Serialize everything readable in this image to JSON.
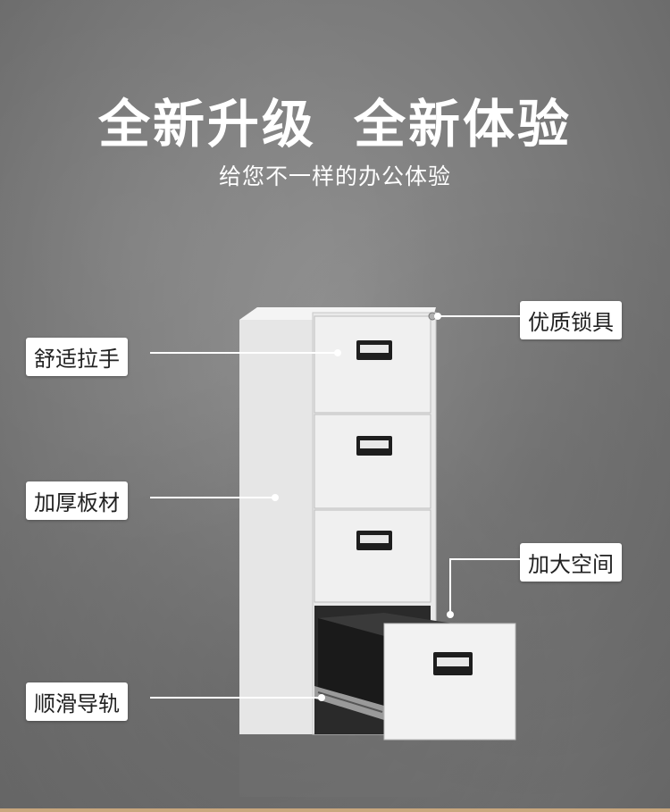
{
  "headline": {
    "part1": "全新升级",
    "part2": "全新体验"
  },
  "subline": "给您不一样的办公体验",
  "callouts": {
    "comfort_handle": "舒适拉手",
    "quality_lock": "优质锁具",
    "thick_board": "加厚板材",
    "large_space": "加大空间",
    "smooth_rail": "顺滑导轨"
  },
  "colors": {
    "background": "#7c7c7c",
    "cabinet_body": "#eeeeee",
    "handle": "#1e1e1e",
    "label_bg": "#ffffff"
  }
}
